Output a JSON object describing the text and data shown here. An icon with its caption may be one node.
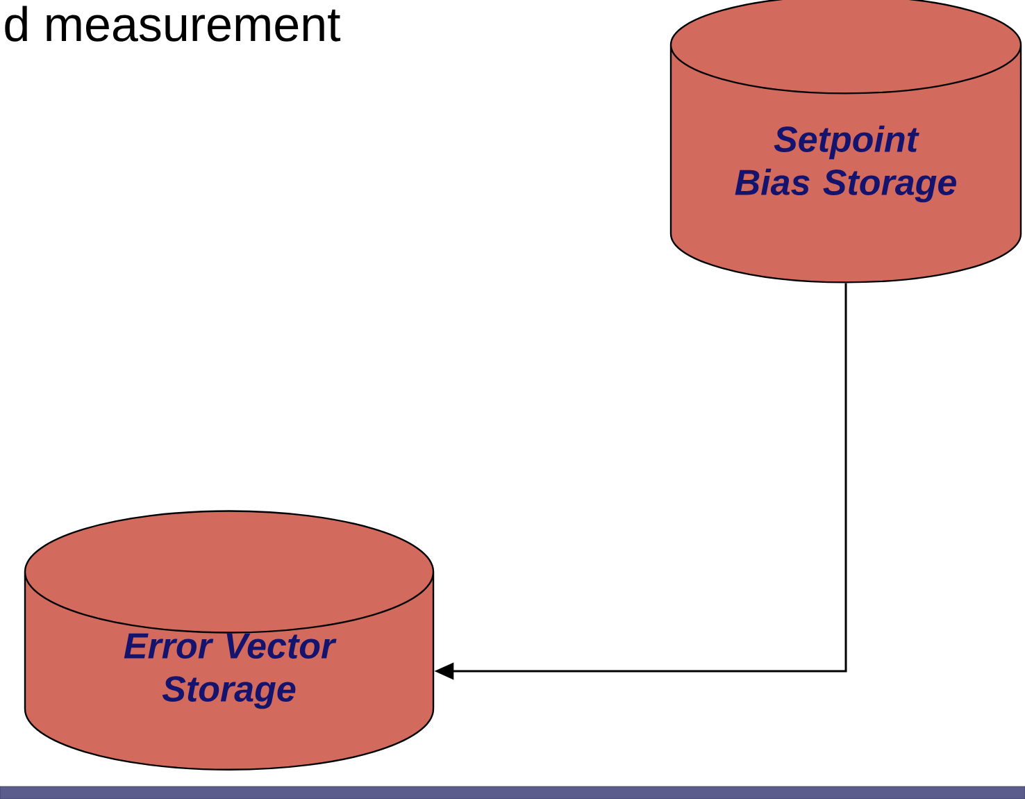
{
  "diagram": {
    "title": "d measurement",
    "nodes": [
      {
        "text": [
          "Setpoint Bias Storage"
        ]
      },
      {
        "text": [
          "Error Vector Storage"
        ]
      }
    ],
    "edges": [
      {
        "from": 0,
        "to": 1,
        "arrow": "to"
      }
    ]
  }
}
